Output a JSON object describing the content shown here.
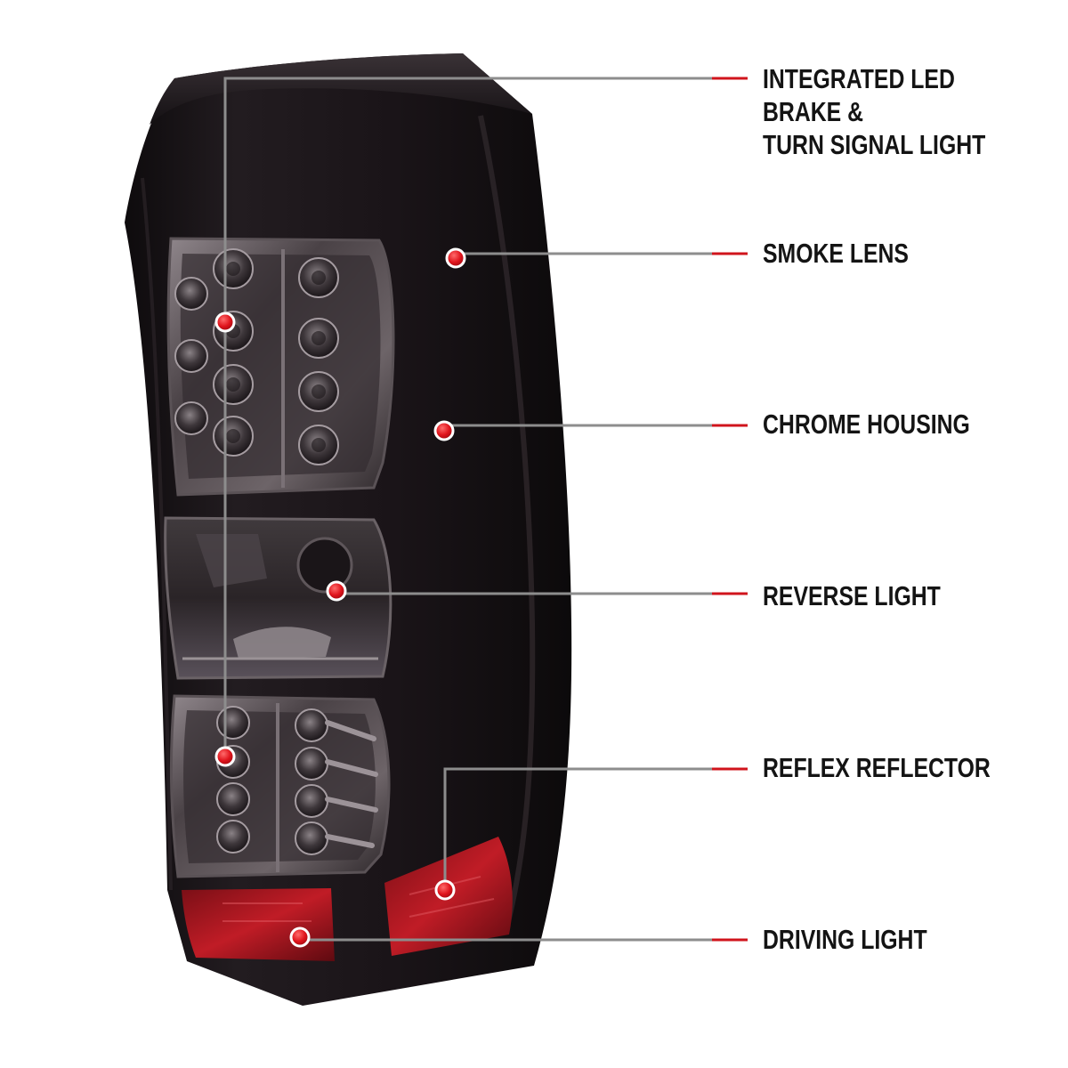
{
  "callouts": [
    {
      "label": "INTEGRATED LED BRAKE &\nTURN SIGNAL LIGHT"
    },
    {
      "label": "SMOKE LENS"
    },
    {
      "label": "CHROME HOUSING"
    },
    {
      "label": "REVERSE LIGHT"
    },
    {
      "label": "REFLEX REFLECTOR"
    },
    {
      "label": "DRIVING LIGHT"
    }
  ],
  "colors": {
    "accent_red": "#d0141c",
    "leader_gray": "#8d8d8d",
    "label_text": "#141414",
    "lens_smoke": "#1b1518"
  },
  "product_image": {
    "subject": "smoked-led-tail-light"
  }
}
